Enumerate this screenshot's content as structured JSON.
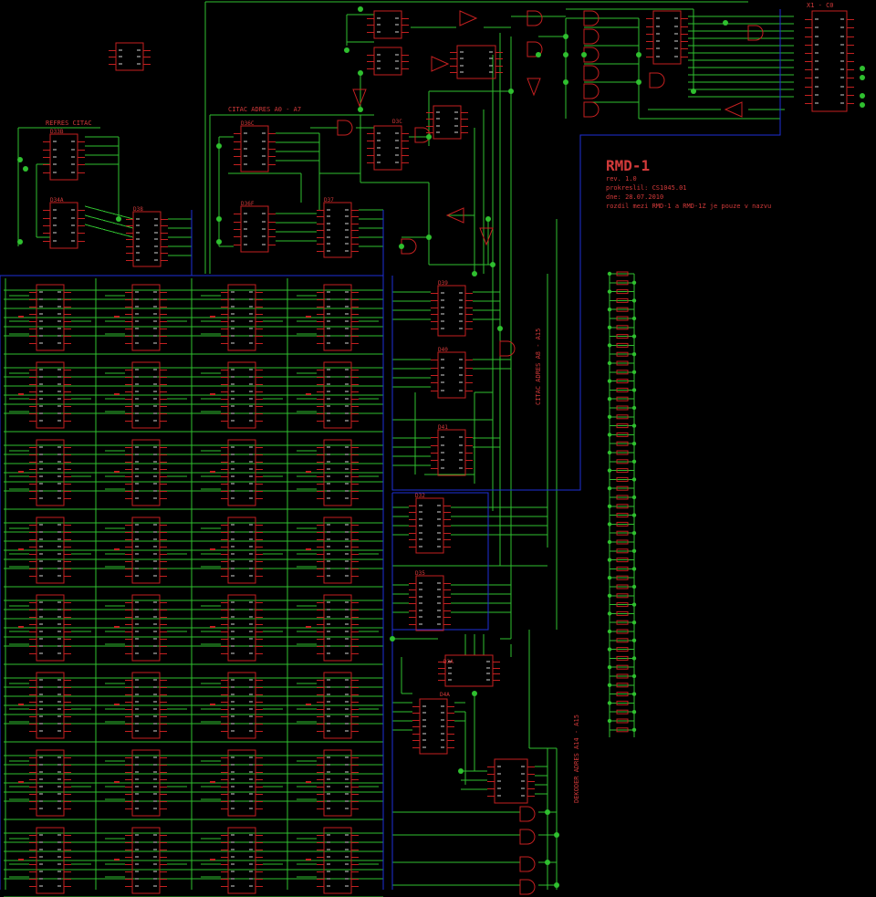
{
  "title": {
    "name": "RMD-1",
    "rev": "rev. 1.0",
    "author": "prokreslil: CS1045.01",
    "date": "dne: 28.07.2010",
    "note": "rozdil mezi RMD-1 a RMD-1Z je pouze v nazvu"
  },
  "labels": {
    "refresh": "REFRES CITAC",
    "row_addr": "CITAC ADRES A0 - A7",
    "col_addr": "CITAC ADRES A8 - A15",
    "decoder": "DEKODER ADRES A14 - A15",
    "connector": "X1 - C0"
  },
  "chips": {
    "top_single": "",
    "d33": "D33B",
    "d34": "D34A",
    "d38": "D38",
    "d36": "D36C",
    "d37": "D37",
    "d36b": "D36F",
    "d3c": "D3C",
    "d39": "D39",
    "d40": "D40",
    "d41": "D41",
    "d32": "D32",
    "d35": "D35",
    "d3a": "D3A",
    "d4a": "D4A"
  },
  "colors": {
    "background": "#000000",
    "wire": "#2fbf2f",
    "component": "#c42020",
    "text": "#d23a3a",
    "bus": "#1e2fd8"
  }
}
